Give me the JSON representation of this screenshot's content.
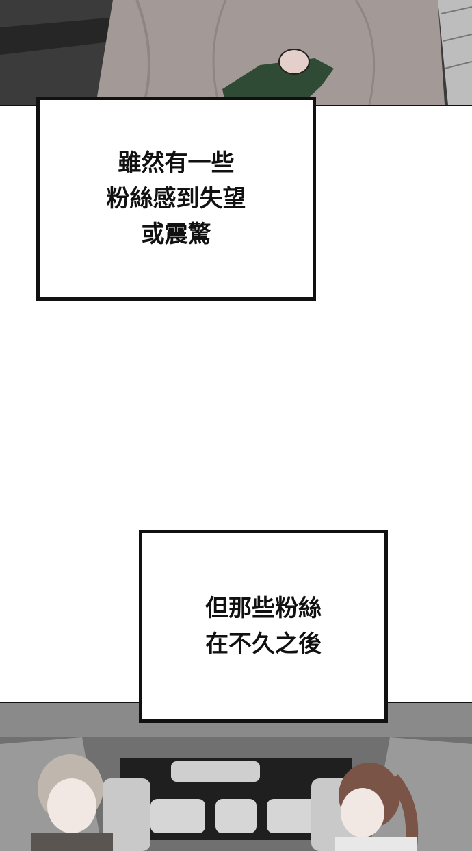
{
  "panels": {
    "top": {
      "description_icon": "car-interior-hand-art"
    },
    "bottom": {
      "description_icon": "car-interior-passengers-art"
    }
  },
  "captions": [
    {
      "lines": [
        "雖然有一些",
        "粉絲感到失望",
        "或震驚"
      ]
    },
    {
      "lines": [
        "但那些粉絲",
        "在不久之後"
      ]
    }
  ],
  "colors": {
    "frame": "#111111",
    "bg": "#ffffff"
  }
}
